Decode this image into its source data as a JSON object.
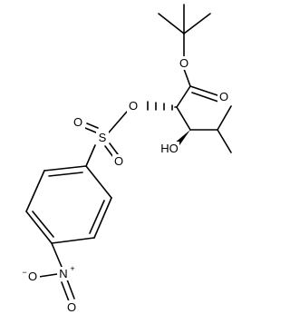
{
  "molecule": {
    "atoms": {
      "ester_O": "O",
      "carbonyl_O": "O",
      "sulfonate_O": "O",
      "S": "S",
      "S_O_upper": "O",
      "S_O_lower": "O",
      "hydroxyl": "HO",
      "nitro_O_minus": "O",
      "nitro_N": "N",
      "nitro_O": "O"
    },
    "charges": {
      "nitro_O_minus": "−",
      "nitro_N": "+"
    }
  }
}
